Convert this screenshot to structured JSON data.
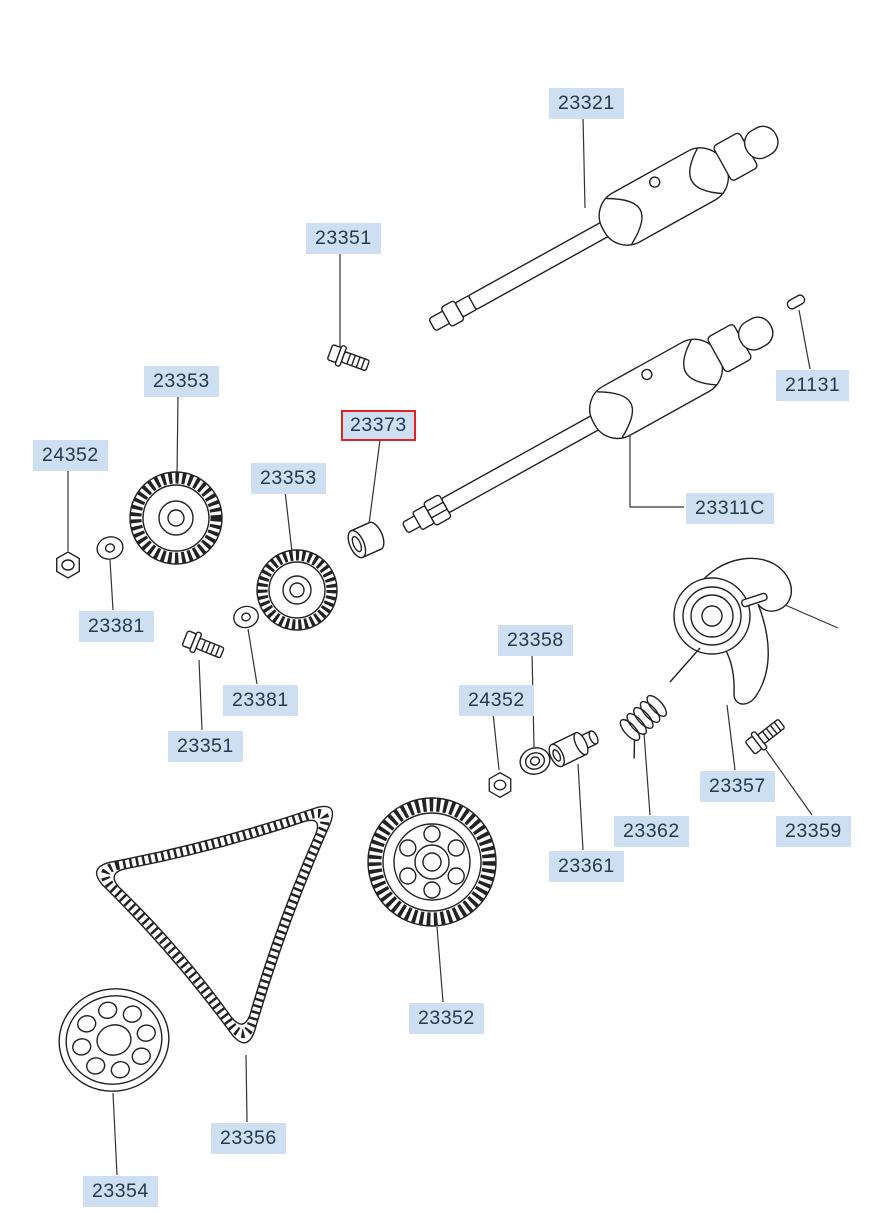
{
  "diagram": {
    "type": "exploded-parts-diagram",
    "background_color": "#ffffff",
    "line_color": "#222222",
    "label_bg": "#cddff0",
    "label_text_color": "#223a52",
    "highlight_border_color": "#e02424",
    "highlighted_part": "23373"
  },
  "labels": [
    {
      "text": "23321",
      "highlighted": false
    },
    {
      "text": "23351",
      "highlighted": false
    },
    {
      "text": "23353",
      "highlighted": false
    },
    {
      "text": "23373",
      "highlighted": true
    },
    {
      "text": "24352",
      "highlighted": false
    },
    {
      "text": "21131",
      "highlighted": false
    },
    {
      "text": "23353",
      "highlighted": false
    },
    {
      "text": "23311C",
      "highlighted": false
    },
    {
      "text": "23381",
      "highlighted": false
    },
    {
      "text": "23381",
      "highlighted": false
    },
    {
      "text": "23358",
      "highlighted": false
    },
    {
      "text": "24352",
      "highlighted": false
    },
    {
      "text": "23351",
      "highlighted": false
    },
    {
      "text": "23357",
      "highlighted": false
    },
    {
      "text": "23362",
      "highlighted": false
    },
    {
      "text": "23359",
      "highlighted": false
    },
    {
      "text": "23361",
      "highlighted": false
    },
    {
      "text": "23352",
      "highlighted": false
    },
    {
      "text": "23356",
      "highlighted": false
    },
    {
      "text": "23354",
      "highlighted": false
    }
  ]
}
